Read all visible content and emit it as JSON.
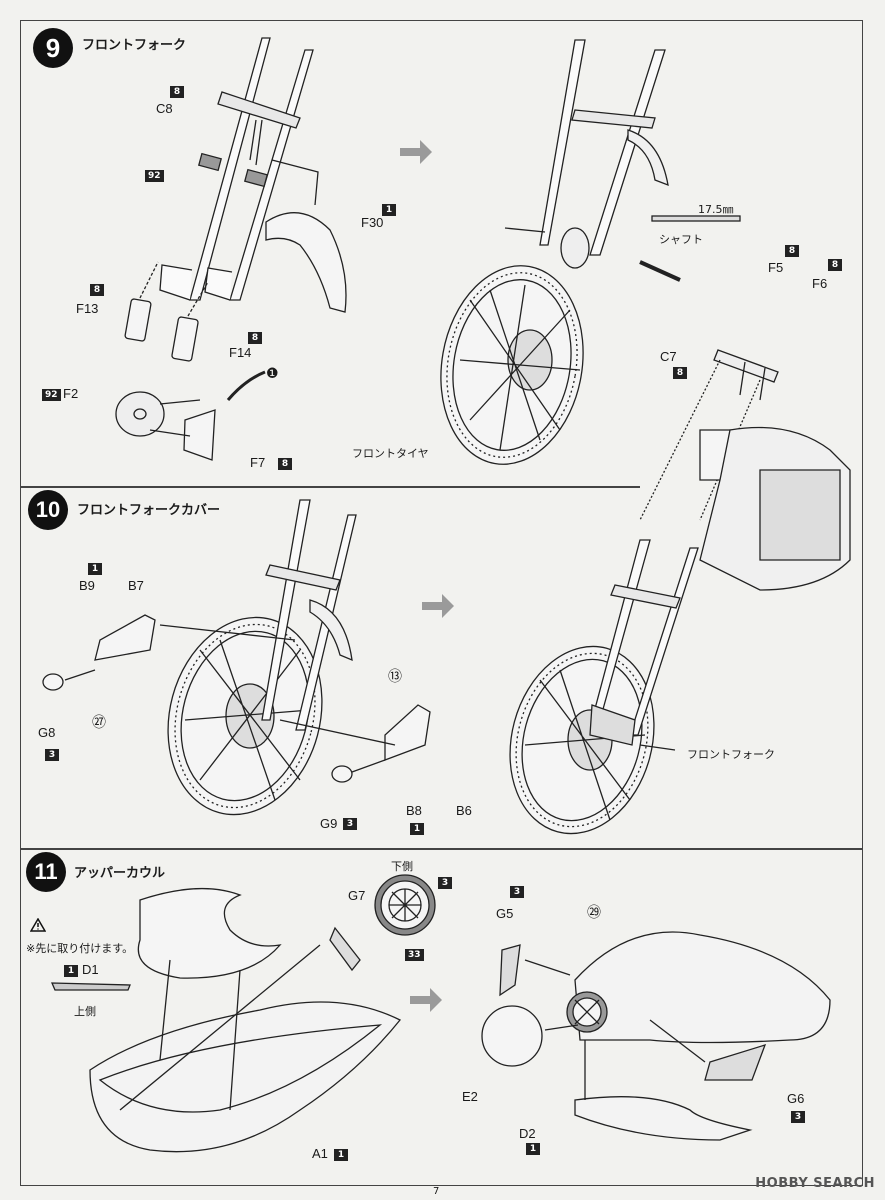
{
  "steps": [
    {
      "number": "9",
      "title": "フロントフォーク"
    },
    {
      "number": "10",
      "title": "フロントフォークカバー"
    },
    {
      "number": "11",
      "title": "アッパーカウル"
    }
  ],
  "step9": {
    "labels": {
      "c8": "C8",
      "f30": "F30",
      "f13": "F13",
      "f14": "F14",
      "f2": "F2",
      "f7": "F7",
      "f5": "F5",
      "f6": "F6",
      "c7": "C7"
    },
    "color_codes": {
      "c8": "8",
      "n92": "92",
      "f30": "1",
      "f13": "8",
      "f14": "8",
      "f2": "92",
      "f7": "8",
      "f5": "8",
      "f6": "8",
      "c7": "8"
    },
    "dimension": "17.5㎜",
    "shaft_label": "シャフト",
    "front_tire_label": "フロントタイヤ",
    "note_marker": "❶"
  },
  "step10": {
    "labels": {
      "b9": "B9",
      "b7": "B7",
      "g8": "G8",
      "g9": "G9",
      "b8": "B8",
      "b6": "B6"
    },
    "color_codes": {
      "b9": "1",
      "g8": "3",
      "g9": "3",
      "b8": "1"
    },
    "circle_27": "㉗",
    "circle_13": "⑬",
    "front_fork_label": "フロントフォーク"
  },
  "step11": {
    "warning_text": "※先に取り付けます。",
    "labels": {
      "d1": "D1",
      "g7": "G7",
      "g5": "G5",
      "e2": "E2",
      "d2": "D2",
      "a1": "A1",
      "g6": "G6"
    },
    "color_codes": {
      "d1": "1",
      "wheel_top": "3",
      "wheel_bottom": "33",
      "g5": "3",
      "d2": "1",
      "a1": "1",
      "g6": "3"
    },
    "underside_label": "下側",
    "top_side_label": "上側",
    "circle_29": "㉙"
  },
  "footer": {
    "page_number": "7",
    "watermark": "HOBBY SEARCH"
  },
  "colors": {
    "accent_arrow": "#9a9a9a",
    "ink": "#1a1a1a",
    "paper": "#f2f2ef"
  }
}
